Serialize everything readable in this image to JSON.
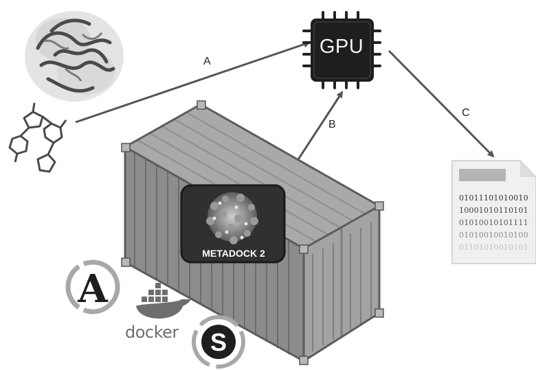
{
  "colors": {
    "arrow": "#5a5a5a",
    "chip": "#1e1e1e",
    "container": "#8f8f8f",
    "panel": "#303030"
  },
  "gpu": {
    "label": "GPU"
  },
  "arrows": {
    "a_label": "A",
    "b_label": "B",
    "c_label": "C"
  },
  "container": {
    "software_label": "METADOCK 2"
  },
  "output_file": {
    "lines": [
      "01011101010010",
      "10001010110101",
      "01010010101111",
      "01010010010100",
      "01101010010101"
    ]
  },
  "logos": {
    "docker_text": "docker"
  }
}
